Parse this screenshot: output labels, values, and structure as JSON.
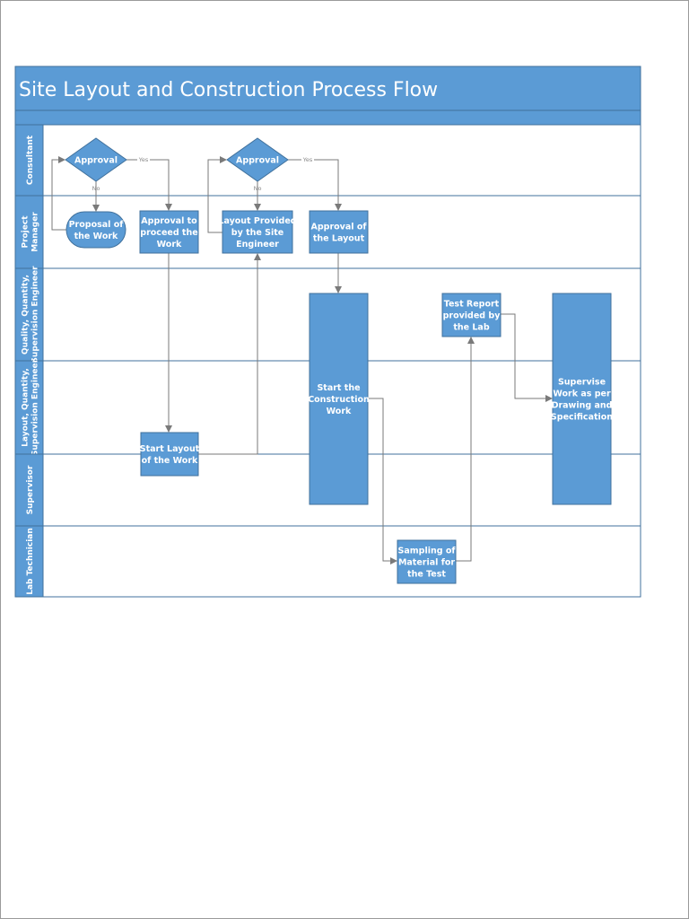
{
  "title": "Site Layout and Construction Process Flow",
  "colors": {
    "header": "#5b9bd5",
    "border": "#41719c",
    "node": "#5b9bd5",
    "connector": "#7a7a7a"
  },
  "lanes": [
    {
      "label": [
        "Consultant"
      ]
    },
    {
      "label": [
        "Project",
        "Manager"
      ]
    },
    {
      "label": [
        "Quality, Quantity,",
        "Supervision Engineer"
      ]
    },
    {
      "label": [
        "Layout, Quantity,",
        "Supervision Engineer"
      ]
    },
    {
      "label": [
        "Supervisor"
      ]
    },
    {
      "label": [
        "Lab Technician"
      ]
    }
  ],
  "nodes": {
    "approval1": {
      "lines": [
        "Approval"
      ],
      "shape": "decision"
    },
    "approval2": {
      "lines": [
        "Approval"
      ],
      "shape": "decision"
    },
    "proposal": {
      "lines": [
        "Proposal of",
        "the Work"
      ],
      "shape": "terminator"
    },
    "approval_proceed": {
      "lines": [
        "Approval to",
        "proceed the",
        "Work"
      ],
      "shape": "process"
    },
    "layout_provided": {
      "lines": [
        "Layout Provided",
        "by the Site",
        "Engineer"
      ],
      "shape": "process"
    },
    "approval_layout": {
      "lines": [
        "Approval of",
        "the Layout"
      ],
      "shape": "process"
    },
    "start_construction": {
      "lines": [
        "Start the",
        "Construction",
        "Work"
      ],
      "shape": "process"
    },
    "test_report": {
      "lines": [
        "Test Report",
        "provided by",
        "the Lab"
      ],
      "shape": "process"
    },
    "supervise": {
      "lines": [
        "Supervise",
        "Work as per",
        "Drawing and",
        "Specification"
      ],
      "shape": "process"
    },
    "start_layout": {
      "lines": [
        "Start Layout",
        "of the Work"
      ],
      "shape": "process"
    },
    "sampling": {
      "lines": [
        "Sampling of",
        "Material for",
        "the Test"
      ],
      "shape": "process"
    }
  },
  "edge_labels": {
    "yes": "Yes",
    "no": "No"
  }
}
